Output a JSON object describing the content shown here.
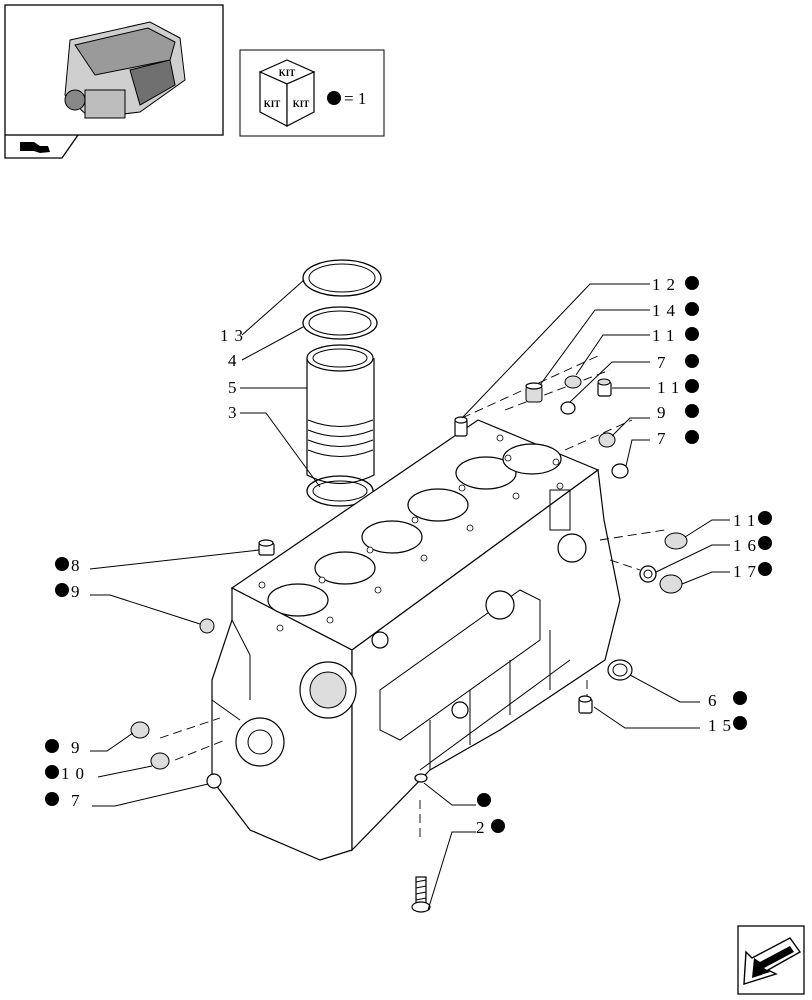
{
  "header": {
    "kit_label": "KIT",
    "kit_legend_equals": "= 1",
    "kit_dot_color": "#000000"
  },
  "callouts": [
    {
      "id": "c12",
      "number": "12",
      "kit": true
    },
    {
      "id": "c14",
      "number": "14",
      "kit": true
    },
    {
      "id": "c11a",
      "number": "11",
      "kit": true
    },
    {
      "id": "c7a",
      "number": "7",
      "kit": true
    },
    {
      "id": "c11b",
      "number": "11",
      "kit": true
    },
    {
      "id": "c9a",
      "number": "9",
      "kit": true
    },
    {
      "id": "c7b",
      "number": "7",
      "kit": true
    },
    {
      "id": "c13",
      "number": "13",
      "kit": false
    },
    {
      "id": "c4",
      "number": "4",
      "kit": false
    },
    {
      "id": "c5",
      "number": "5",
      "kit": false
    },
    {
      "id": "c3",
      "number": "3",
      "kit": false
    },
    {
      "id": "c11c",
      "number": "11",
      "kit": true
    },
    {
      "id": "c16",
      "number": "16",
      "kit": true
    },
    {
      "id": "c17",
      "number": "17",
      "kit": true
    },
    {
      "id": "c8",
      "number": "8",
      "kit": true
    },
    {
      "id": "c9b",
      "number": "9",
      "kit": true
    },
    {
      "id": "c6",
      "number": "6",
      "kit": true
    },
    {
      "id": "c15",
      "number": "15",
      "kit": true
    },
    {
      "id": "c9c",
      "number": "9",
      "kit": true
    },
    {
      "id": "c10",
      "number": "10",
      "kit": true
    },
    {
      "id": "c7c",
      "number": "7",
      "kit": true
    },
    {
      "id": "c1",
      "number": "",
      "kit": true
    },
    {
      "id": "c2",
      "number": "2",
      "kit": true
    }
  ]
}
